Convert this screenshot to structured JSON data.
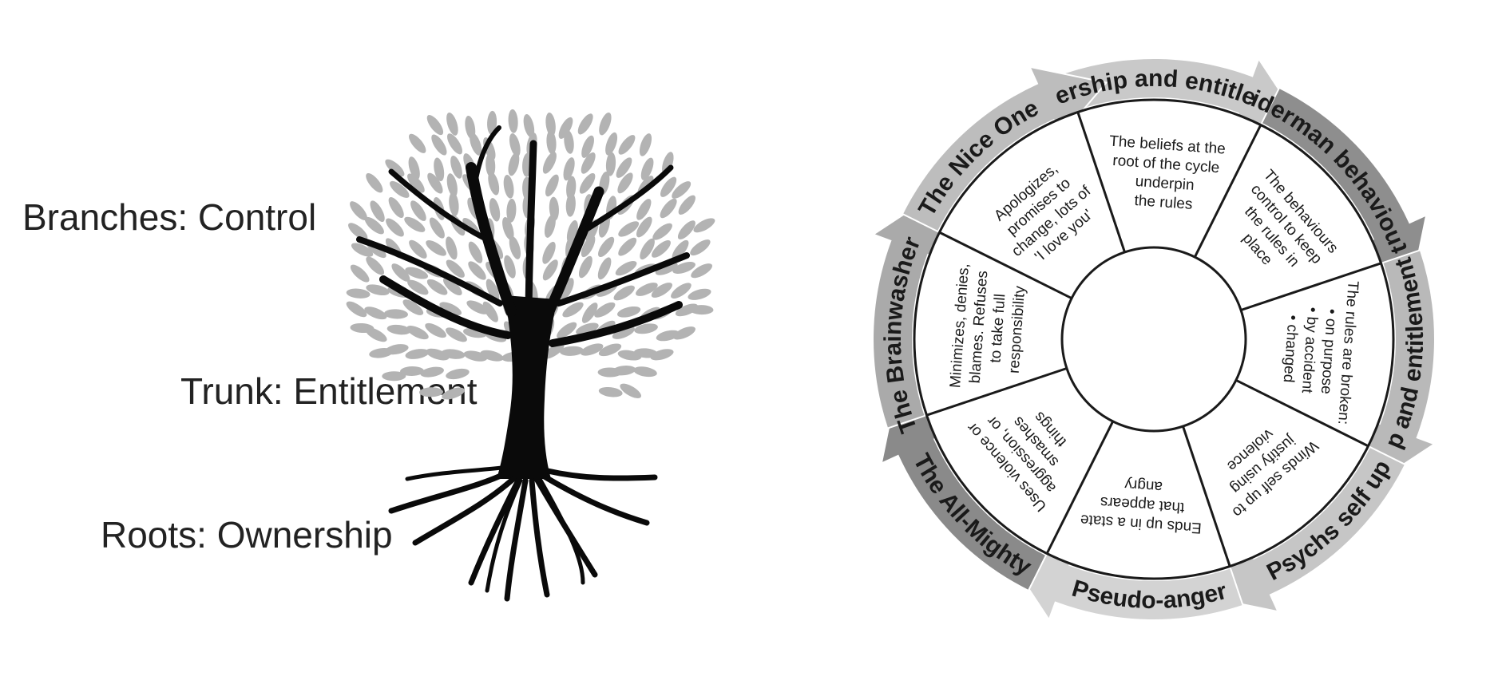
{
  "tree": {
    "branches_label": "Branches: Control",
    "trunk_label": "Trunk: Entitlement",
    "roots_label": "Roots: Ownership"
  },
  "cycle": {
    "arrows": [
      {
        "label": "Ownership and entitlement",
        "shade": "#c9c9c9"
      },
      {
        "label": "Biderman behaviours",
        "shade": "#8e8e8e"
      },
      {
        "label": "Ownership and entitlement threatened",
        "shade": "#b9b9b9"
      },
      {
        "label": "Psychs self up",
        "shade": "#c6c6c6"
      },
      {
        "label": "Pseudo-anger",
        "shade": "#d3d3d3"
      },
      {
        "label": "The All-Mighty",
        "shade": "#8a8a8a"
      },
      {
        "label": "The Brainwasher",
        "shade": "#aaaaaa"
      },
      {
        "label": "The Nice One",
        "shade": "#bdbdbd"
      }
    ],
    "segments": [
      {
        "lines": [
          "The beliefs at the",
          "root of the cycle",
          "underpin",
          "the rules"
        ]
      },
      {
        "lines": [
          "The behaviours",
          "control to keep",
          "the rules in",
          "place"
        ]
      },
      {
        "lines": [
          "The rules are broken:",
          "• on purpose",
          "• by accident",
          "• changed"
        ]
      },
      {
        "lines": [
          "Winds self up to",
          "justify using",
          "violence"
        ]
      },
      {
        "lines": [
          "Ends up in a state",
          "that appears",
          "angry"
        ]
      },
      {
        "lines": [
          "Uses violence or",
          "aggression, or",
          "smashes",
          "things"
        ]
      },
      {
        "lines": [
          "Minimizes, denies,",
          "blames. Refuses",
          "to take full",
          "responsibility"
        ]
      },
      {
        "lines": [
          "Apologizes,",
          "promises to",
          "change, lots of",
          "'I love you'"
        ]
      }
    ]
  },
  "colors": {
    "leaf": "#b3b3b3",
    "trunk": "#0a0a0a",
    "ring_line": "#1a1a1a"
  }
}
